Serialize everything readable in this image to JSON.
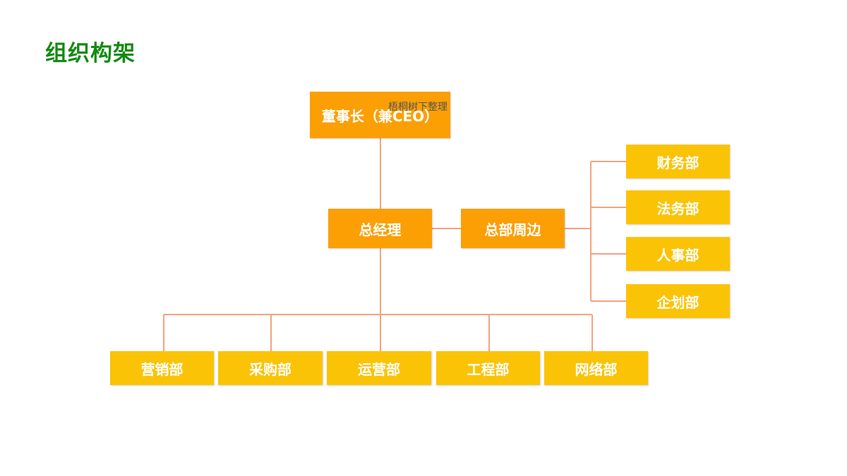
{
  "title": "组织构架",
  "watermark": "梧桐树下整理",
  "colors": {
    "title": "#138a13",
    "orange_box": "#fb9f05",
    "yellow_box": "#fbc305",
    "connector": "#f4a37f"
  },
  "chairman": "董事长（兼CEO）",
  "general_manager": "总经理",
  "hq_support": "总部周边",
  "hq_departments": [
    "财务部",
    "法务部",
    "人事部",
    "企划部"
  ],
  "business_departments": [
    "营销部",
    "采购部",
    "运营部",
    "工程部",
    "网络部"
  ]
}
